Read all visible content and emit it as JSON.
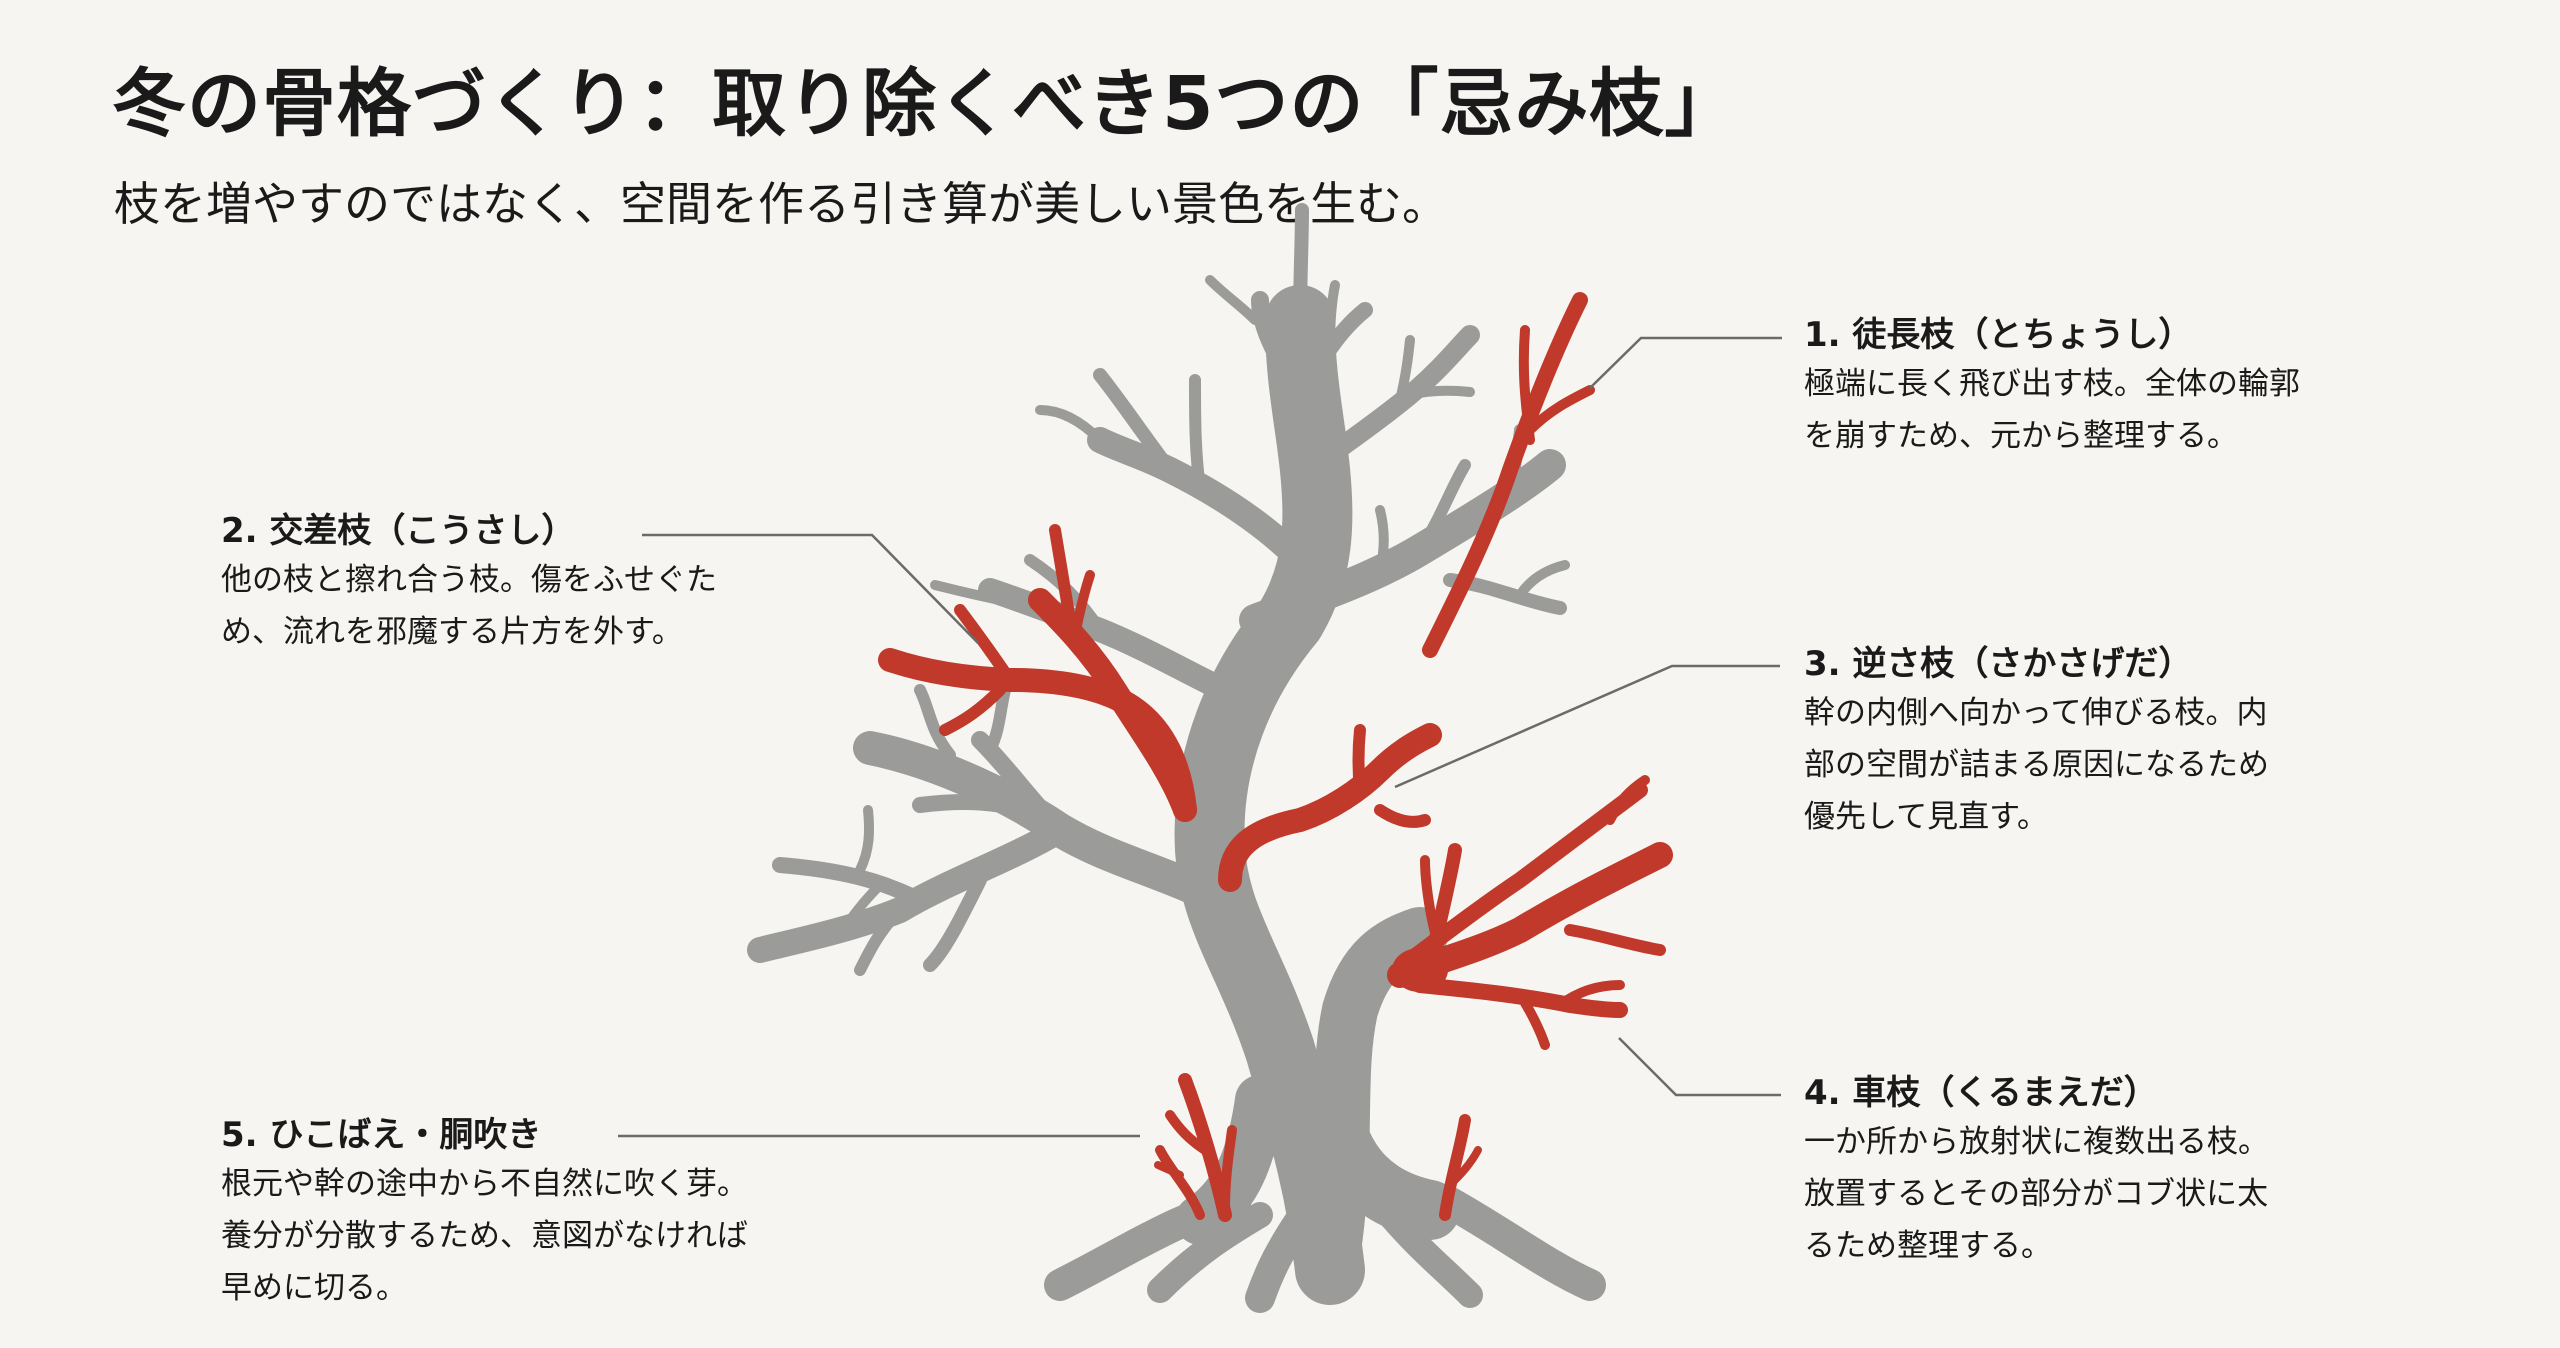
{
  "header": {
    "title": "冬の骨格づくり：取り除くべき5つの「忌み枝」",
    "subtitle": "枝を増やすのではなく、空間を作る引き算が美しい景色を生む。"
  },
  "colors": {
    "background": "#f6f5f1",
    "tree_gray": "#9b9b99",
    "remove_red": "#c0392b",
    "leader_line": "#6b6b6b",
    "text": "#1a1a1a"
  },
  "items": [
    {
      "number": "1.",
      "heading": "1. 徒長枝（とちょうし）",
      "body": "極端に長く飛び出す枝。全体の輪郭\nを崩すため、元から整理する。"
    },
    {
      "number": "2.",
      "heading": "2. 交差枝（こうさし）",
      "body": "他の枝と擦れ合う枝。傷をふせぐた\nめ、流れを邪魔する片方を外す。"
    },
    {
      "number": "3.",
      "heading": "3. 逆さ枝（さかさげだ）",
      "body": "幹の内側へ向かって伸びる枝。内\n部の空間が詰まる原因になるため\n優先して見直す。"
    },
    {
      "number": "4.",
      "heading": "4. 車枝（くるまえだ）",
      "body": "一か所から放射状に複数出る枝。\n放置するとその部分がコブ状に太\nるため整理する。"
    },
    {
      "number": "5.",
      "heading": "5. ひこばえ・胴吹き",
      "body": "根元や幹の途中から不自然に吹く芽。\n養分が分散するため、意図がなければ\n早めに切る。"
    }
  ],
  "diagram": {
    "subject": "tree-illustration",
    "legend": {
      "gray": "keep-branches",
      "red": "branches-to-remove"
    }
  }
}
